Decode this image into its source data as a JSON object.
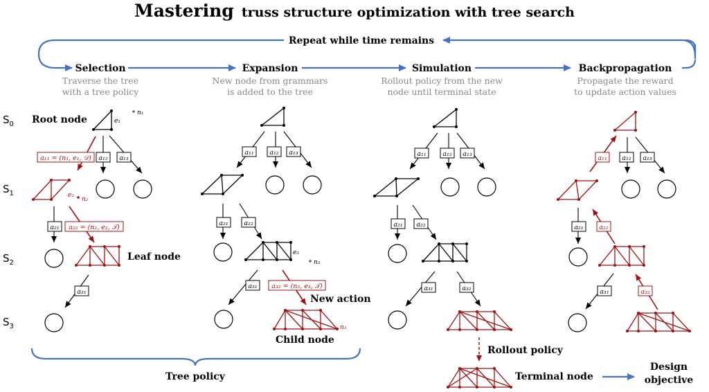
{
  "title": {
    "lead": "Mastering",
    "rest": "truss structure optimization with tree search"
  },
  "loop_label": "Repeat while time remains",
  "phases": [
    {
      "name": "Selection",
      "desc1": "Traverse the tree",
      "desc2": "with a tree policy"
    },
    {
      "name": "Expansion",
      "desc1": "New node from grammars",
      "desc2": "is added to the tree"
    },
    {
      "name": "Simulation",
      "desc1": "Rollout policy from the new",
      "desc2": "node until terminal state"
    },
    {
      "name": "Backpropagation",
      "desc1": "Propagate the reward",
      "desc2": "to update action values"
    }
  ],
  "states": [
    {
      "letter": "S",
      "index": "0"
    },
    {
      "letter": "S",
      "index": "1"
    },
    {
      "letter": "S",
      "index": "2"
    },
    {
      "letter": "S",
      "index": "3"
    }
  ],
  "labels": {
    "root_node": "Root node",
    "leaf_node": "Leaf node",
    "new_action": "New action",
    "child_node": "Child node",
    "rollout_policy": "Rollout policy",
    "terminal_node": "Terminal node",
    "design_objective_1": "Design",
    "design_objective_2": "objective",
    "tree_policy": "Tree policy"
  },
  "symbols": {
    "a11": "a₁₁",
    "a12": "a₁₂",
    "a13": "a₁₃",
    "a21": "a₂₁",
    "a22": "a₂₂",
    "a31": "a₃₁",
    "a32": "a₃₂",
    "a11_def": "a₁₁ = (n₁, e₁, 𝒟)",
    "a22_def": "a₂₂ = (n₂, e₂, 𝒯)",
    "a32_def": "a₃₂ = (n₃, e₃, 𝒯)",
    "n1": "n₁",
    "n2": "n₂",
    "n3": "n₃",
    "e1": "e₁",
    "e2": "e₂",
    "e3": "e₃"
  },
  "colors": {
    "blue": "#4472c4",
    "red": "#a01010",
    "gray": "#888888"
  }
}
